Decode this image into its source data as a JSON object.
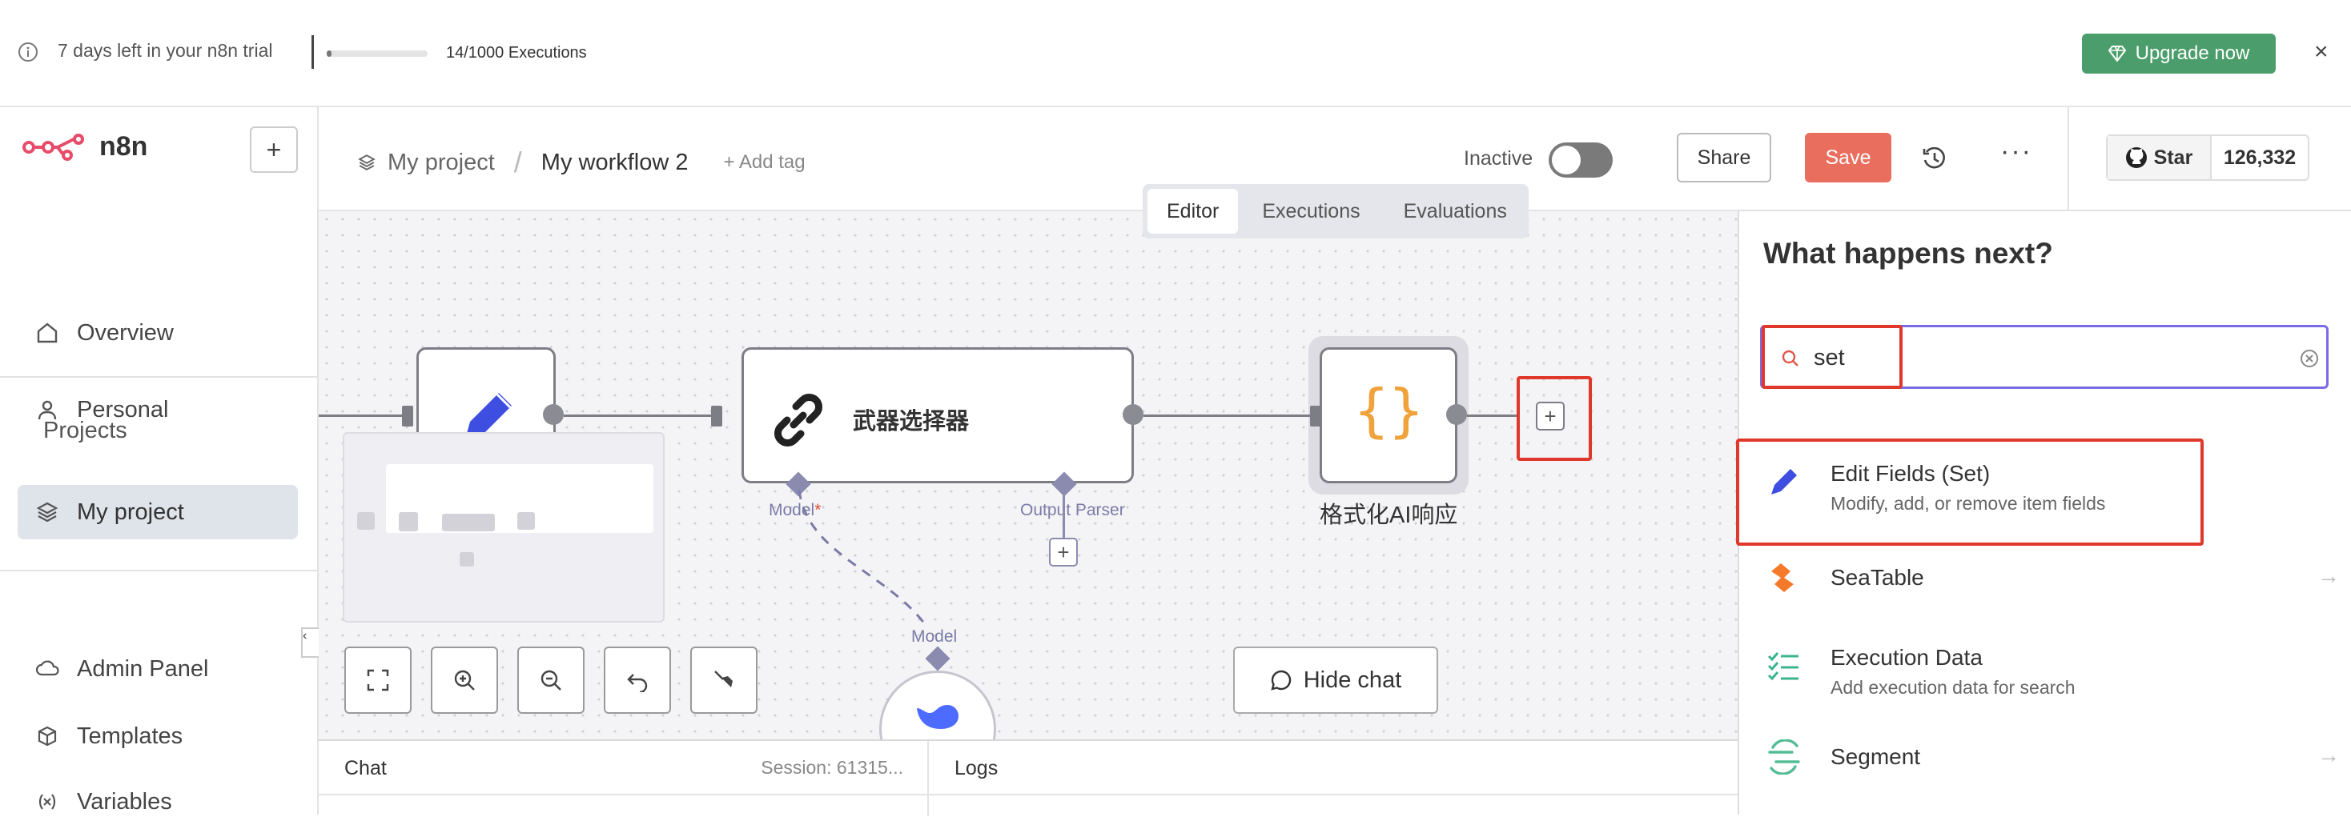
{
  "banner": {
    "trial_text": "7 days left in your n8n trial",
    "executions": "14/1000 Executions",
    "executions_used_fraction": 0.014,
    "upgrade_label": "Upgrade now",
    "accent_color": "#4b9e6b"
  },
  "sidebar": {
    "brand": "n8n",
    "items": [
      {
        "label": "Overview",
        "icon": "home-icon"
      },
      {
        "label": "Personal",
        "icon": "user-icon"
      }
    ],
    "projects_label": "Projects",
    "project_item": "My project",
    "bottom_items": [
      {
        "label": "Admin Panel",
        "icon": "cloud-icon"
      },
      {
        "label": "Templates",
        "icon": "box-icon"
      },
      {
        "label": "Variables",
        "icon": "variable-icon"
      }
    ]
  },
  "header": {
    "project": "My project",
    "workflow_name": "My workflow 2",
    "add_tag": "+ Add tag",
    "status_label": "Inactive",
    "active": false,
    "share_label": "Share",
    "save_label": "Save",
    "save_color": "#ea6e5e"
  },
  "github": {
    "star_label": "Star",
    "count": "126,332"
  },
  "tabs": [
    {
      "label": "Editor",
      "active": true
    },
    {
      "label": "Executions",
      "active": false
    },
    {
      "label": "Evaluations",
      "active": false
    }
  ],
  "canvas": {
    "nodes": {
      "agent_title": "武器选择器",
      "formatter_title": "格式化AI响应"
    },
    "labels": {
      "model": "Model",
      "model_required": "*",
      "output_parser": "Output Parser",
      "model_sub": "Model"
    },
    "hide_chat": "Hide chat"
  },
  "bottom": {
    "chat_label": "Chat",
    "session_label": "Session: 61315...",
    "logs_label": "Logs"
  },
  "node_panel": {
    "title": "What happens next?",
    "search_value": "set",
    "results": [
      {
        "name": "Edit Fields (Set)",
        "desc": "Modify, add, or remove item fields",
        "icon": "pencil-icon"
      },
      {
        "name": "SeaTable",
        "desc": "",
        "icon": "seatable-icon"
      },
      {
        "name": "Execution Data",
        "desc": "Add execution data for search",
        "icon": "checklist-icon"
      },
      {
        "name": "Segment",
        "desc": "",
        "icon": "segment-icon"
      }
    ]
  }
}
